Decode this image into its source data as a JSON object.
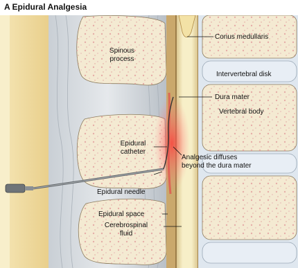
{
  "figure": {
    "title": "A  Epidural Analgesia"
  },
  "labels": {
    "conus_medullaris": "Conus medullaris",
    "intervertebral_disk": "Intervertebral disk",
    "dura_mater": "Dura mater",
    "vertebral_body": "Vertebral body",
    "spinous_process_1": "Spinous",
    "spinous_process_2": "process",
    "epidural_catheter_1": "Epidural",
    "epidural_catheter_2": "catheter",
    "analgesic_1": "Analgesic diffuses",
    "analgesic_2": "beyond the dura mater",
    "epidural_needle": "Epidural needle",
    "epidural_space": "Epidural space",
    "csf_1": "Cerebrospinal",
    "csf_2": "fluid"
  },
  "colors": {
    "skin": "#f1dfa8",
    "bone": "#f4ead2",
    "bone_speckle": "#e7a8a8",
    "ligament": "#bfc6cc",
    "dura": "#c9a56b",
    "cord": "#f7efc8",
    "disk": "#d9e2ec",
    "spread": "#ff5c5c"
  }
}
